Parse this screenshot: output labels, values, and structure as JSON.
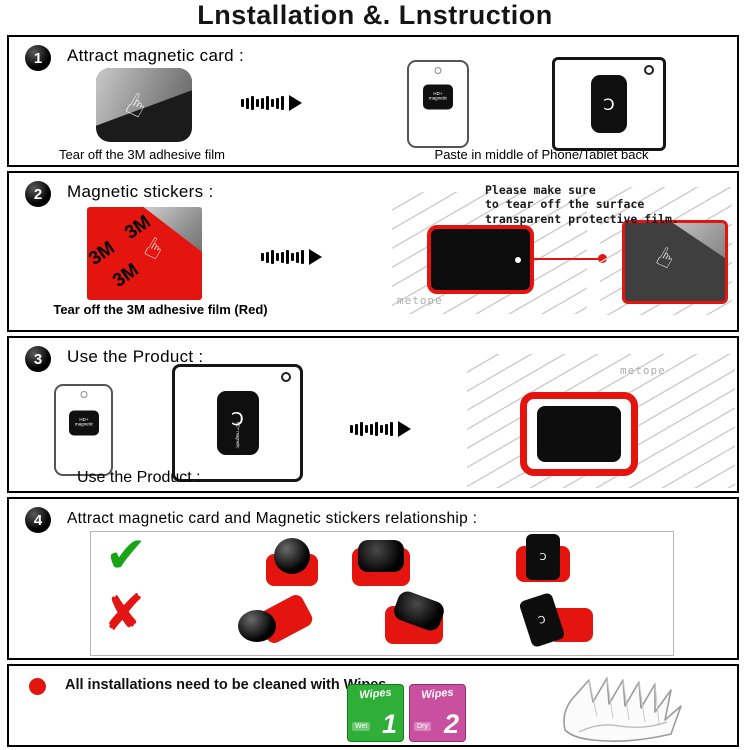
{
  "title": "Lnstallation &. Lnstruction",
  "icons": {
    "hand": "☞",
    "logo": "Ɔ",
    "check": "✔",
    "cross": "✘"
  },
  "sections": {
    "s1": {
      "num": "1",
      "heading": "Attract magnetic card :",
      "caption_left": "Tear off the 3M adhesive film",
      "caption_right": "Paste in middle of Phone/Tablet back",
      "sticker_brand": "HD+ magnetic"
    },
    "s2": {
      "num": "2",
      "heading": "Magnetic stickers :",
      "threeM": "3M",
      "caption": "Tear off the 3M adhesive film (Red)",
      "note_lines": [
        "Please make sure",
        "to tear off the surface",
        "transparent protective film."
      ],
      "metope": "metope"
    },
    "s3": {
      "num": "3",
      "heading": "Use the Product :",
      "caption": "Use the Product :",
      "metope": "metope",
      "sticker_brand": "HD+ magnetic"
    },
    "s4": {
      "num": "4",
      "heading": "Attract magnetic card and Magnetic stickers relationship :"
    },
    "s5": {
      "text": "All installations need to be cleaned with Wipes.",
      "wipes1": {
        "brand": "Wipes",
        "num": "1",
        "tag": "Wet"
      },
      "wipes2": {
        "brand": "Wipes",
        "num": "2",
        "tag": "Dry"
      }
    }
  },
  "colors": {
    "red": "#e3150e",
    "check_green": "#17a517",
    "cross_red": "#e31414",
    "wipes_green": "#2fae38",
    "wipes_pink": "#c9509f"
  }
}
